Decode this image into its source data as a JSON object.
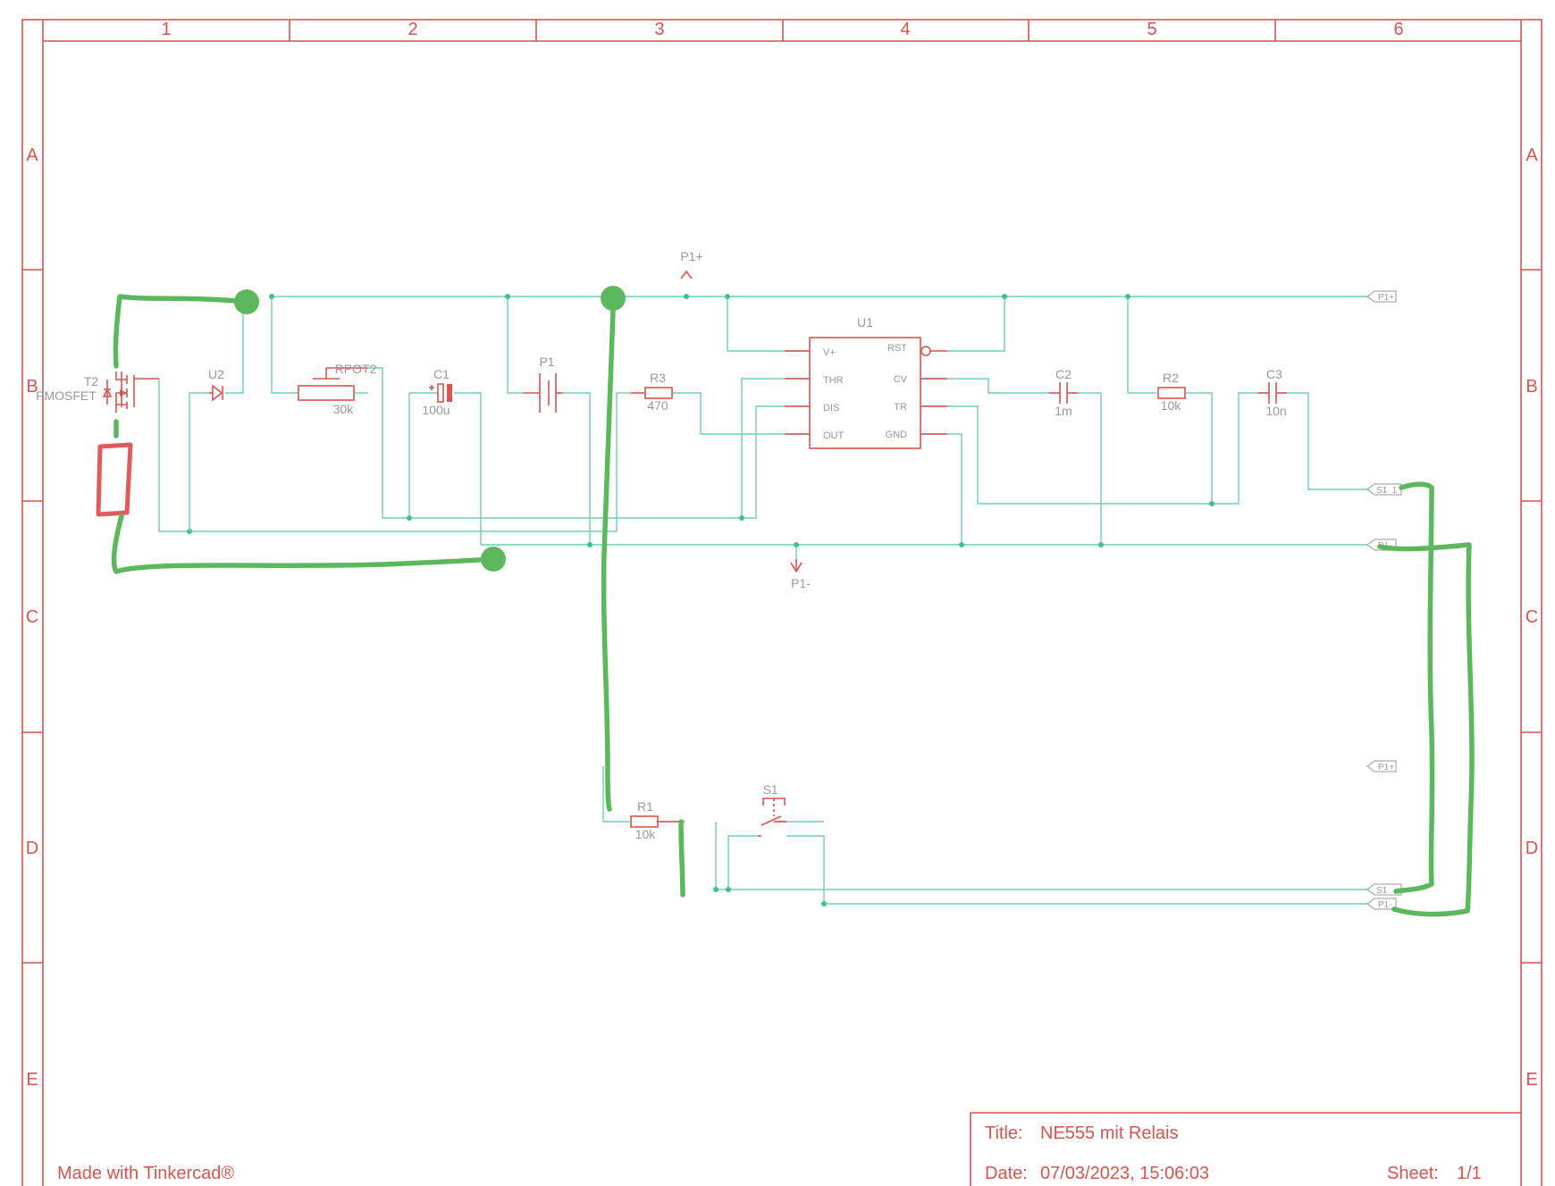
{
  "frame": {
    "columns": [
      "1",
      "2",
      "3",
      "4",
      "5",
      "6"
    ],
    "rows": [
      "A",
      "B",
      "C",
      "D",
      "E"
    ]
  },
  "components": {
    "T2": {
      "ref": "T2",
      "value": "PMOSFET"
    },
    "U2": {
      "ref": "U2"
    },
    "RPOT2": {
      "ref": "RPOT2",
      "value": "30k"
    },
    "C1": {
      "ref": "C1",
      "value": "100u"
    },
    "P1": {
      "ref": "P1"
    },
    "R3": {
      "ref": "R3",
      "value": "470"
    },
    "U1": {
      "ref": "U1",
      "pins": {
        "vplus": "V+",
        "rst": "RST",
        "thr": "THR",
        "cv": "CV",
        "dis": "DIS",
        "tr": "TR",
        "out": "OUT",
        "gnd": "GND"
      }
    },
    "C2": {
      "ref": "C2",
      "value": "1m"
    },
    "R2": {
      "ref": "R2",
      "value": "10k"
    },
    "C3": {
      "ref": "C3",
      "value": "10n"
    },
    "R1": {
      "ref": "R1",
      "value": "10k"
    },
    "S1": {
      "ref": "S1"
    }
  },
  "supplies": {
    "p1plus": "P1+",
    "p1minus": "P1-"
  },
  "ports": {
    "top": "P1+",
    "s1_1": "S1_1",
    "mid": "P1-",
    "d": "P1+",
    "s1": "S1",
    "bottom": "P1-"
  },
  "footer": {
    "made_with": "Made with Tinkercad®"
  },
  "title_block": {
    "title_label": "Title:",
    "title": "NE555 mit Relais",
    "date_label": "Date:",
    "date": "07/03/2023, 15:06:03",
    "sheet_label": "Sheet:",
    "sheet": "1/1"
  },
  "colors": {
    "frame": "#d9534f",
    "wire": "#6fcfb2",
    "handwritten": "#5cb85c"
  }
}
